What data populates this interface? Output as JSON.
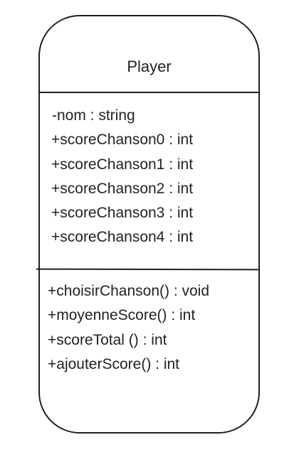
{
  "class": {
    "name": "Player",
    "attributes": [
      "-nom : string",
      "+scoreChanson0 : int",
      "+scoreChanson1 : int",
      "+scoreChanson2 : int",
      "+scoreChanson3 : int",
      "+scoreChanson4 : int"
    ],
    "methods": [
      "+choisirChanson() : void",
      "+moyenneScore() : int",
      "+scoreTotal () : int",
      "+ajouterScore() : int"
    ]
  }
}
